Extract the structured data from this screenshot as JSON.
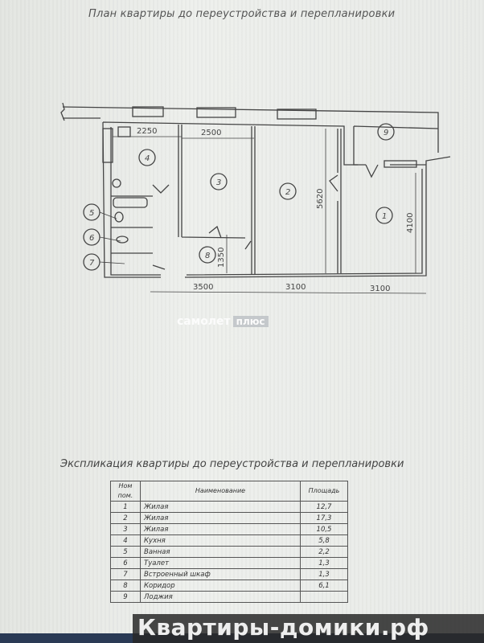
{
  "plan_title": "План квартиры до переустройства и перепланировки",
  "explication_title": "Экспликация квартиры до переустройства и перепланировки",
  "dimensions": [
    "2250",
    "2500",
    "5620",
    "4100",
    "1350",
    "3500",
    "3100",
    "3100"
  ],
  "room_labels": [
    "1",
    "2",
    "3",
    "4",
    "5",
    "6",
    "7",
    "8",
    "9"
  ],
  "watermark": {
    "brand": "самолет",
    "plus": "плюс"
  },
  "table": {
    "headers": {
      "num": "Ном пом.",
      "name": "Наименование",
      "area": "Площадь"
    },
    "rows": [
      {
        "num": "1",
        "name": "Жилая",
        "area": "12,7"
      },
      {
        "num": "2",
        "name": "Жилая",
        "area": "17,3"
      },
      {
        "num": "3",
        "name": "Жилая",
        "area": "10,5"
      },
      {
        "num": "4",
        "name": "Кухня",
        "area": "5,8"
      },
      {
        "num": "5",
        "name": "Ванная",
        "area": "2,2"
      },
      {
        "num": "6",
        "name": "Туалет",
        "area": "1,3"
      },
      {
        "num": "7",
        "name": "Встроенный шкаф",
        "area": "1,3"
      },
      {
        "num": "8",
        "name": "Коридор",
        "area": "6,1"
      },
      {
        "num": "9",
        "name": "Лоджия",
        "area": ""
      }
    ]
  },
  "banner": "Квартиры-домики.рф"
}
